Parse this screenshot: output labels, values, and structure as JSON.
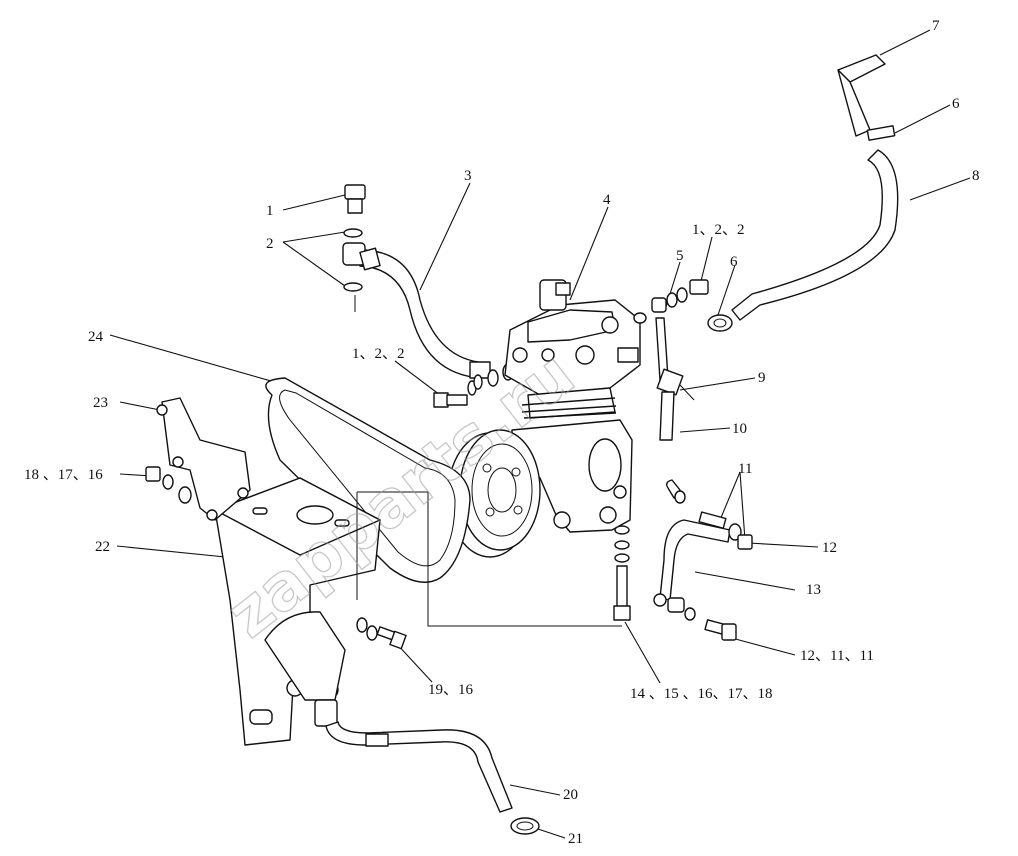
{
  "diagram": {
    "labels": {
      "l1": "1",
      "l2": "2",
      "l3": "3",
      "l4": "4",
      "l5": "5",
      "l6a": "6",
      "l6b": "6",
      "l7": "7",
      "l8": "8",
      "l9": "9",
      "l10": "10",
      "l11": "11",
      "l12": "12",
      "l13": "13",
      "l12_11_11": "12、11、11",
      "l14_18": "14 、15 、16、17、18",
      "l19_16": "19、16",
      "l20": "20",
      "l21": "21",
      "l22": "22",
      "l23": "23",
      "l18_17_16": "18 、17、16",
      "l24": "24",
      "l1_2_2_left": "1、2、2",
      "l1_2_2_right": "1、2、2"
    },
    "watermark": "zapparts.ru"
  }
}
